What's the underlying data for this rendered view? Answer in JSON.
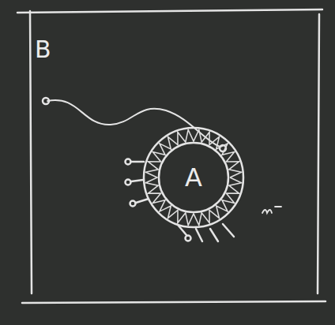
{
  "diagram": {
    "nodes": [
      {
        "text": [
          "B"
        ]
      },
      {
        "text": [
          "A"
        ],
        "in": 0
      }
    ]
  }
}
